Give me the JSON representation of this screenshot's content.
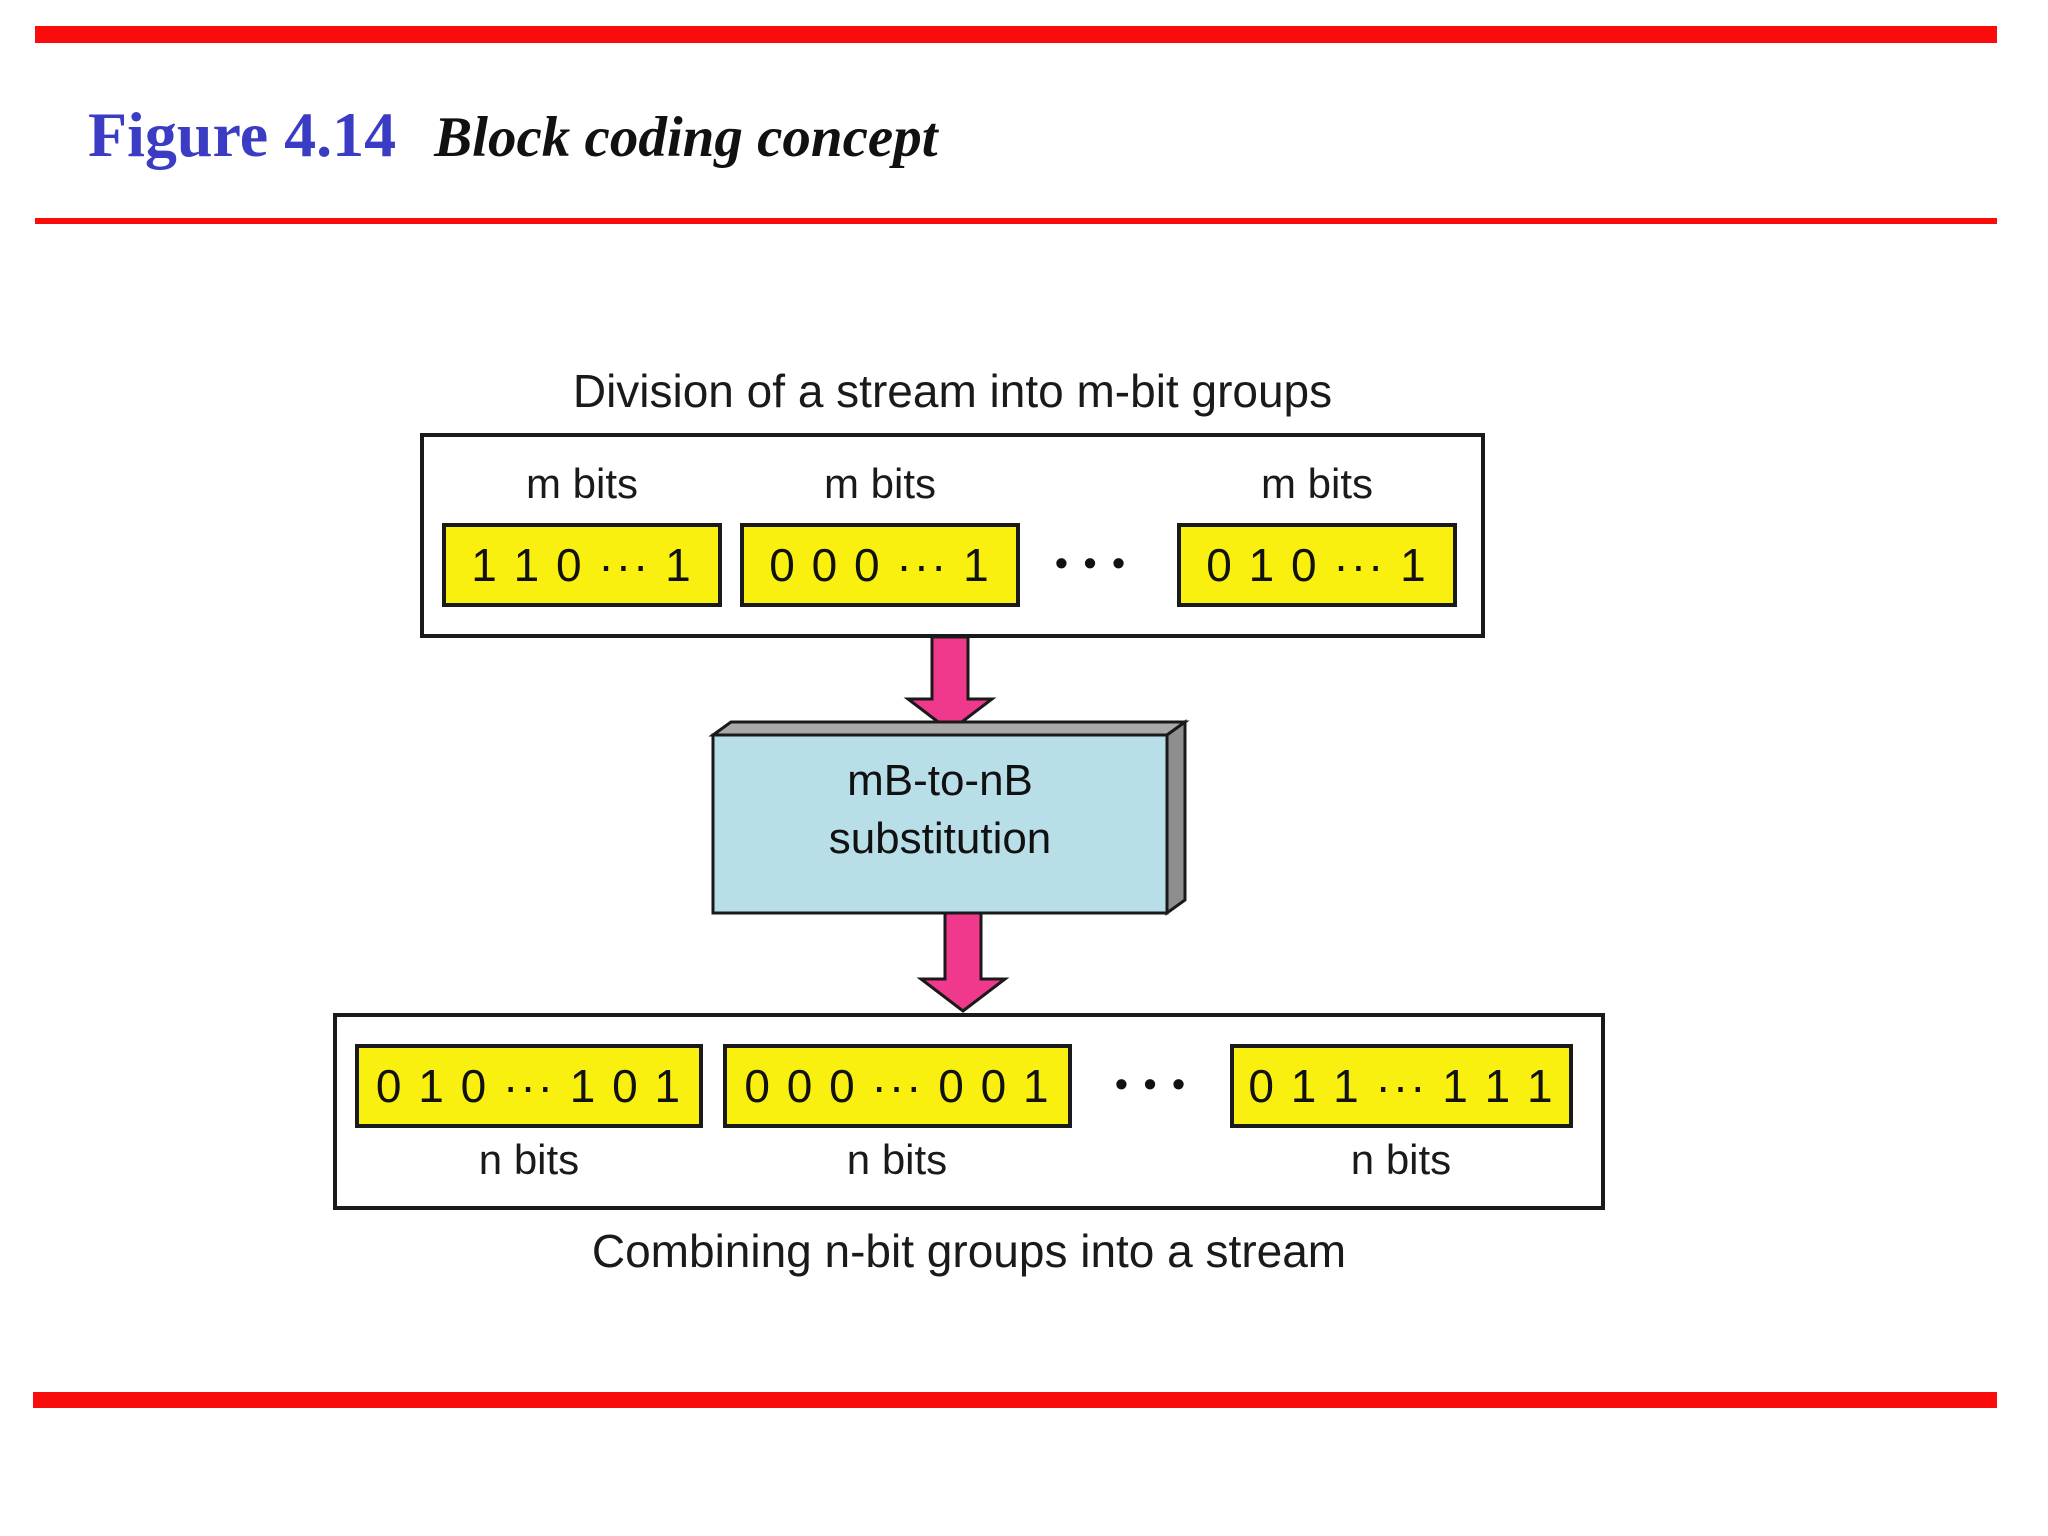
{
  "header": {
    "figure_label": "Figure 4.14",
    "figure_title": "Block coding concept"
  },
  "diagram": {
    "top_caption": "Division of a stream into m-bit groups",
    "top_group": {
      "ellipsis": "•••",
      "cells": [
        {
          "label": "m bits",
          "bits": "1 1 0 ··· 1"
        },
        {
          "label": "m bits",
          "bits": "0 0 0 ··· 1"
        },
        {
          "label": "m bits",
          "bits": "0 1 0 ··· 1"
        }
      ]
    },
    "processor": {
      "line1": "mB-to-nB",
      "line2": "substitution"
    },
    "bottom_group": {
      "ellipsis": "•••",
      "cells": [
        {
          "bits": "0 1 0 ··· 1 0 1",
          "label": "n bits"
        },
        {
          "bits": "0 0 0 ··· 0 0 1",
          "label": "n bits"
        },
        {
          "bits": "0 1 1 ··· 1 1 1",
          "label": "n bits"
        }
      ]
    },
    "bottom_caption": "Combining n-bit groups into a stream"
  },
  "colors": {
    "accent_red": "#f80c0c",
    "title_blue": "#3a3cc3",
    "cell_yellow": "#faf00f",
    "processor_blue": "#b8dee8",
    "processor_top_gray": "#a9a9a9",
    "processor_side_gray": "#8e8e8e",
    "arrow_pink": "#f0388c",
    "line_black": "#1a1a1a"
  }
}
